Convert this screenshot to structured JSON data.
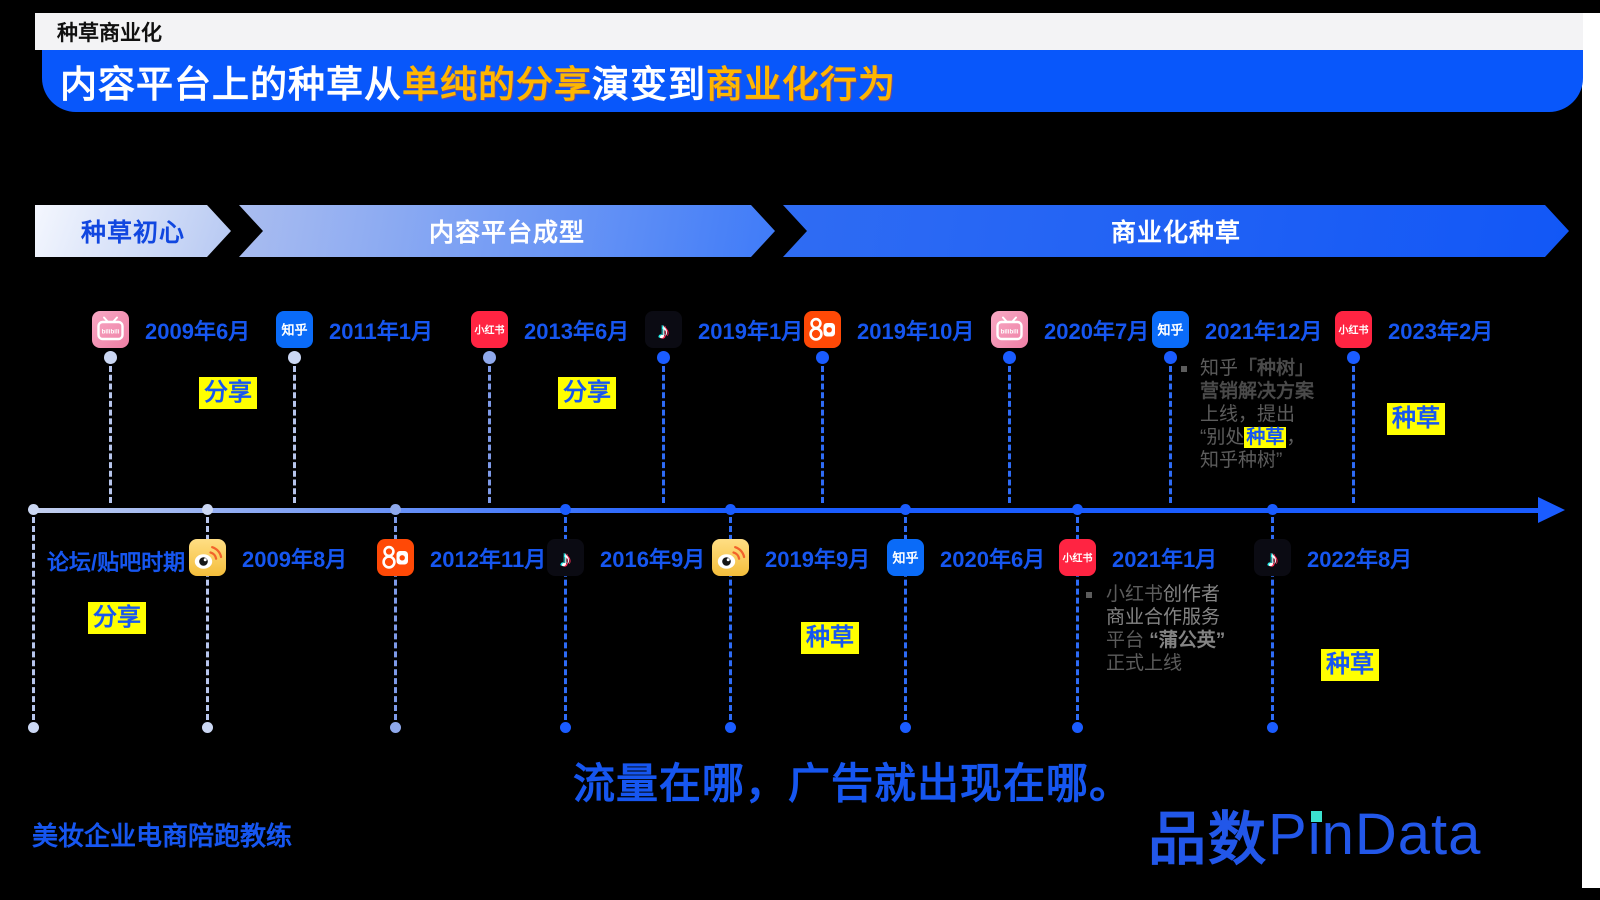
{
  "header": {
    "kicker": "种草商业化",
    "headline_parts": [
      {
        "text": "内容平台上的种草从",
        "color": "#FFFFFF"
      },
      {
        "text": "单纯的分享",
        "color": "#FFB600"
      },
      {
        "text": "演变到",
        "color": "#FFFFFF"
      },
      {
        "text": "商业化行为",
        "color": "#FFB600"
      }
    ]
  },
  "phases": [
    {
      "label": "种草初心"
    },
    {
      "label": "内容平台成型"
    },
    {
      "label": "商业化种草"
    }
  ],
  "timeline": {
    "top_events": [
      {
        "date": "2009年6月",
        "platform": "bilibili",
        "icon": "bilibili-icon",
        "tag": "分享"
      },
      {
        "date": "2011年1月",
        "platform": "知乎",
        "icon": "zhihu-icon"
      },
      {
        "date": "2013年6月",
        "platform": "小红书",
        "icon": "xiaohongshu-icon",
        "tag": "分享"
      },
      {
        "date": "2019年1月",
        "platform": "抖音",
        "icon": "douyin-icon"
      },
      {
        "date": "2019年10月",
        "platform": "快手",
        "icon": "kuaishou-icon"
      },
      {
        "date": "2020年7月",
        "platform": "bilibili",
        "icon": "bilibili-icon"
      },
      {
        "date": "2021年12月",
        "platform": "知乎",
        "icon": "zhihu-icon",
        "note_segments": [
          "知乎",
          "「种树」",
          "营销解决方案",
          "上线，提出",
          "“别处",
          "种草",
          "，",
          "知乎种树”"
        ]
      },
      {
        "date": "2023年2月",
        "platform": "小红书",
        "icon": "xiaohongshu-icon",
        "tag": "种草"
      }
    ],
    "bottom_events": [
      {
        "label": "论坛/贴吧时期",
        "tag": "分享"
      },
      {
        "date": "2009年8月",
        "platform": "微博",
        "icon": "weibo-icon"
      },
      {
        "date": "2012年11月",
        "platform": "快手",
        "icon": "kuaishou-icon"
      },
      {
        "date": "2016年9月",
        "platform": "抖音",
        "icon": "douyin-icon"
      },
      {
        "date": "2019年9月",
        "platform": "微博",
        "icon": "weibo-icon",
        "tag": "种草"
      },
      {
        "date": "2020年6月",
        "platform": "知乎",
        "icon": "zhihu-icon"
      },
      {
        "date": "2021年1月",
        "platform": "小红书",
        "icon": "xiaohongshu-icon",
        "note_segments": [
          "小红书",
          "创作者",
          "商业合作服务",
          "平台",
          "“蒲公英”",
          "正式上线"
        ]
      },
      {
        "date": "2022年8月",
        "platform": "抖音",
        "icon": "douyin-icon",
        "tag": "种草"
      }
    ]
  },
  "slogan": "流量在哪，广告就出现在哪。",
  "footer": {
    "left_text": "美妆企业电商陪跑教练",
    "logo_cn": "品数",
    "logo_en": "PinData",
    "logo_en_parts": [
      "P",
      "i",
      "nData"
    ]
  },
  "colors": {
    "banner_blue": "#0857FB",
    "headline_gold": "#FFB600",
    "date_blue": "#1656F0",
    "axis_blue": "#1A5CFF",
    "tag_bg": "#FFFF00",
    "note_gray": "#5C5C5C",
    "slogan_blue": "#1656F0",
    "logo_blue": "#2257E9",
    "logo_dot_teal": "#3BE2CF"
  }
}
